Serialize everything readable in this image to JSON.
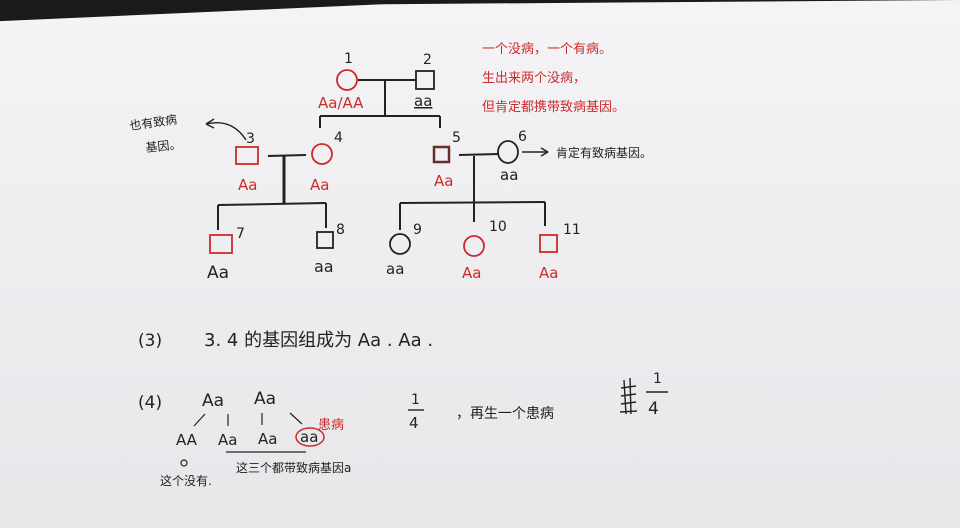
{
  "pedigree": {
    "members": [
      {
        "id": "1",
        "sex": "female",
        "genotype": "Aa/AA"
      },
      {
        "id": "2",
        "sex": "male",
        "genotype": "aa"
      },
      {
        "id": "3",
        "sex": "male",
        "genotype": "Aa"
      },
      {
        "id": "4",
        "sex": "female",
        "genotype": "Aa"
      },
      {
        "id": "5",
        "sex": "male",
        "genotype": "Aa"
      },
      {
        "id": "6",
        "sex": "female",
        "genotype": "aa"
      },
      {
        "id": "7",
        "sex": "male",
        "genotype": "Aa"
      },
      {
        "id": "8",
        "sex": "male",
        "genotype": "aa"
      },
      {
        "id": "9",
        "sex": "female",
        "genotype": "aa"
      },
      {
        "id": "10",
        "sex": "female",
        "genotype": "Aa"
      },
      {
        "id": "11",
        "sex": "male",
        "genotype": "Aa"
      }
    ]
  },
  "notes": {
    "top_right": [
      "一个没病，一个有病。",
      "生出来两个没病，",
      "但肯定都携带致病基因。"
    ],
    "left_note": [
      "也有致病",
      "基因。"
    ],
    "right_note": "肯定有致病基因。"
  },
  "q3": {
    "label": "(3)",
    "text": "3. 4 的基因组成为 Aa . Aa ."
  },
  "q4": {
    "label": "(4)",
    "parents": [
      "Aa",
      "Aa"
    ],
    "offspring": [
      "AA",
      "Aa",
      "Aa",
      "aa"
    ],
    "sick_label": "患病",
    "fraction_left": "1/4",
    "sentence": "，再生一个患病",
    "fraction_right": "1/4",
    "note_left": "这个没有.",
    "note_under": "这三个都带致病基因a"
  },
  "colors": {
    "ink": "#222222",
    "red": "#cc2b2b",
    "paper": "#efeff2"
  }
}
